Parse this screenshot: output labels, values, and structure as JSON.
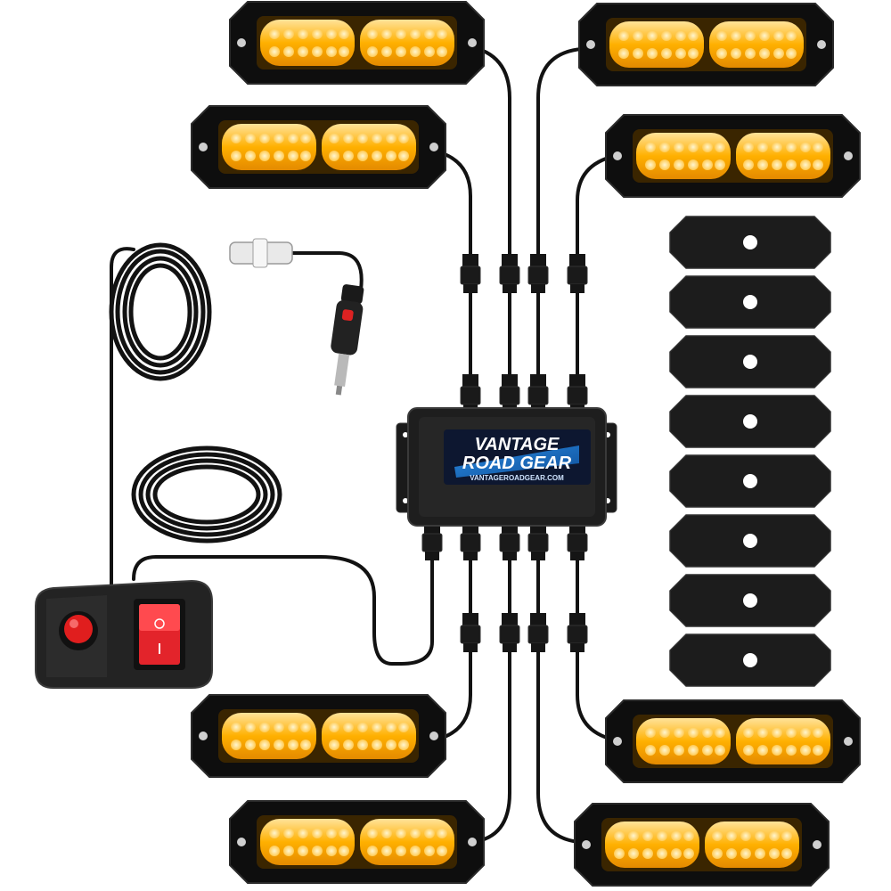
{
  "product": {
    "brand_line1": "VANTAGE",
    "brand_line2": "ROAD GEAR",
    "brand_url": "VANTAGEROADGEAR.COM"
  },
  "lights": {
    "count": 8,
    "color_name": "amber",
    "led_color": "#ffb000",
    "housing_color": "#111111"
  },
  "mounting_pads": {
    "count": 8,
    "color": "#1c1c1c"
  },
  "switch_box": {
    "button_color": "#e01e1e",
    "rocker_color": "#e3242b"
  },
  "colors": {
    "cable": "#121212",
    "logo_blue": "#1b6fc0",
    "logo_dark": "#0d1730"
  }
}
